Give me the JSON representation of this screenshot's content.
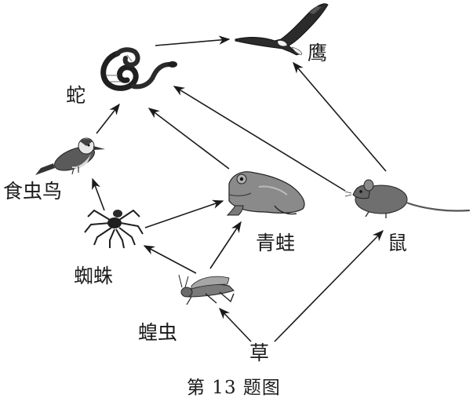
{
  "nodes": {
    "eagle": {
      "label": "鹰",
      "icon": "eagle-icon"
    },
    "snake": {
      "label": "蛇",
      "icon": "snake-icon"
    },
    "insectivorous_bird": {
      "label": "食虫鸟",
      "icon": "bird-icon"
    },
    "frog": {
      "label": "青蛙",
      "icon": "frog-icon"
    },
    "mouse": {
      "label": "鼠",
      "icon": "mouse-icon"
    },
    "spider": {
      "label": "蜘蛛",
      "icon": "spider-icon"
    },
    "locust": {
      "label": "蝗虫",
      "icon": "locust-icon"
    },
    "grass": {
      "label": "草"
    }
  },
  "edges": [
    {
      "from": "grass",
      "to": "locust"
    },
    {
      "from": "grass",
      "to": "mouse"
    },
    {
      "from": "locust",
      "to": "spider"
    },
    {
      "from": "locust",
      "to": "frog"
    },
    {
      "from": "spider",
      "to": "insectivorous_bird"
    },
    {
      "from": "spider",
      "to": "frog"
    },
    {
      "from": "insectivorous_bird",
      "to": "snake"
    },
    {
      "from": "frog",
      "to": "snake"
    },
    {
      "from": "mouse",
      "to": "snake"
    },
    {
      "from": "mouse",
      "to": "eagle"
    },
    {
      "from": "snake",
      "to": "eagle"
    }
  ],
  "caption": "第 13 题图"
}
